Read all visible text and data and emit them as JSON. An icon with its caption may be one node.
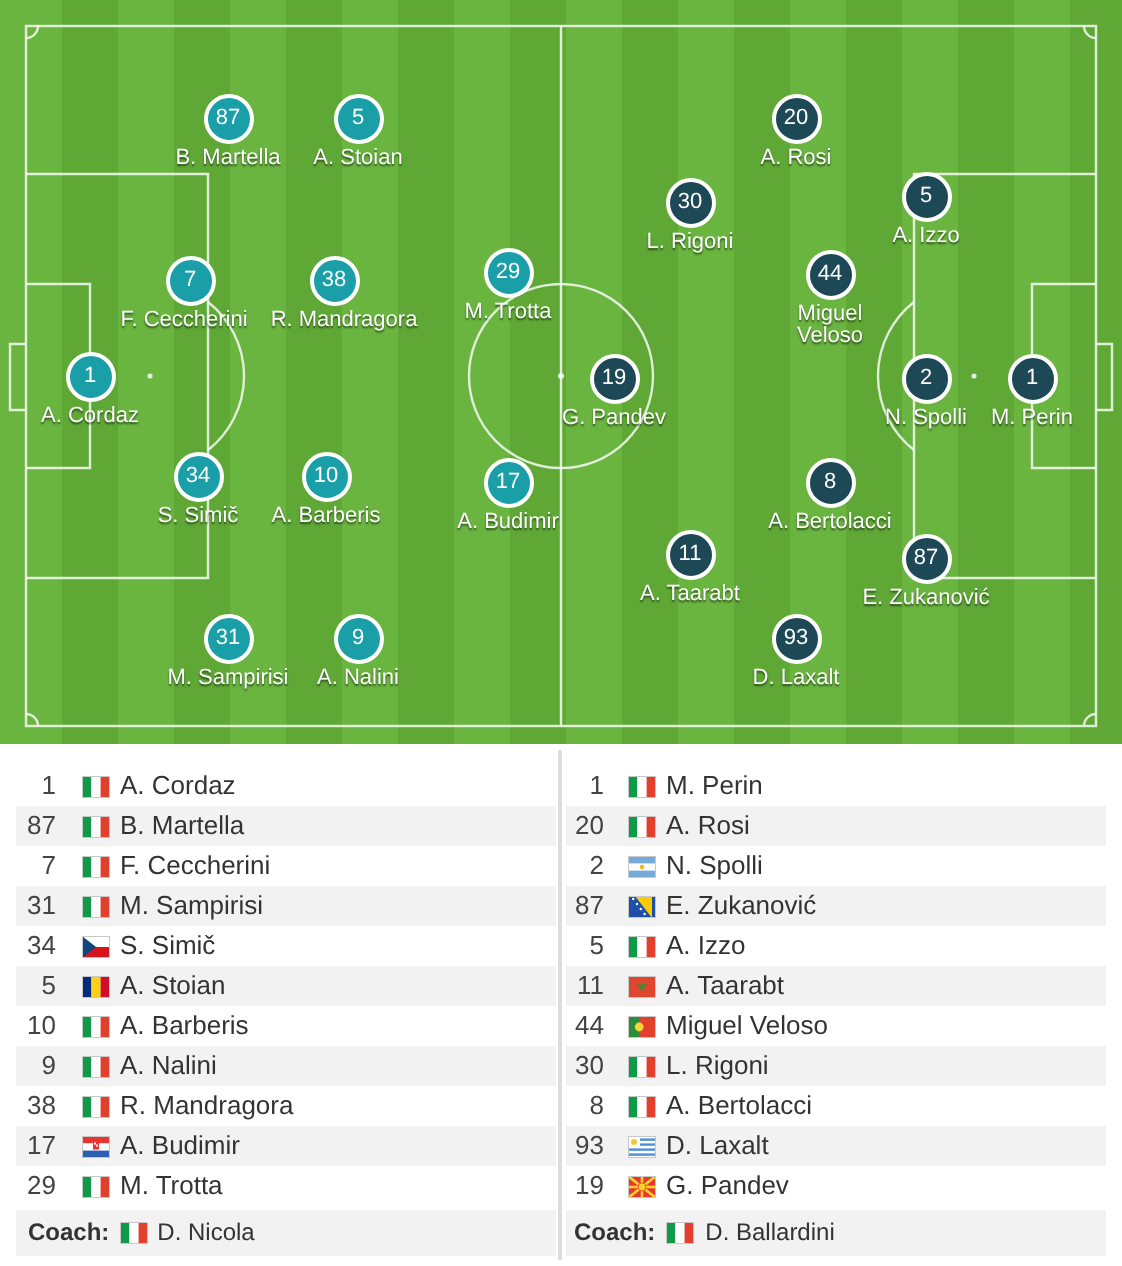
{
  "diagram": {
    "nodes": [
      {
        "text": [
          "1"
        ],
        "beside": [
          "A. Cordaz"
        ]
      },
      {
        "text": [
          "87"
        ],
        "beside": [
          "B. Martella"
        ]
      },
      {
        "text": [
          "7"
        ],
        "beside": [
          "F. Ceccherini"
        ]
      },
      {
        "text": [
          "31"
        ],
        "beside": [
          "M. Sampirisi"
        ]
      },
      {
        "text": [
          "34"
        ],
        "beside": [
          "S. Simič"
        ]
      },
      {
        "text": [
          "5"
        ],
        "beside": [
          "A. Stoian"
        ]
      },
      {
        "text": [
          "10"
        ],
        "beside": [
          "A. Barberis"
        ]
      },
      {
        "text": [
          "9"
        ],
        "beside": [
          "A. Nalini"
        ]
      },
      {
        "text": [
          "38"
        ],
        "beside": [
          "R. Mandragora"
        ]
      },
      {
        "text": [
          "17"
        ],
        "beside": [
          "A. Budimir"
        ]
      },
      {
        "text": [
          "29"
        ],
        "beside": [
          "M. Trotta"
        ]
      },
      {
        "text": [
          "1"
        ],
        "beside": [
          "M. Perin"
        ]
      },
      {
        "text": [
          "20"
        ],
        "beside": [
          "A. Rosi"
        ]
      },
      {
        "text": [
          "2"
        ],
        "beside": [
          "N. Spolli"
        ]
      },
      {
        "text": [
          "87"
        ],
        "beside": [
          "E. Zukanović"
        ]
      },
      {
        "text": [
          "5"
        ],
        "beside": [
          "A. Izzo"
        ]
      },
      {
        "text": [
          "11"
        ],
        "beside": [
          "A. Taarabt"
        ]
      },
      {
        "text": [
          "44"
        ],
        "beside": [
          "Miguel Veloso"
        ]
      },
      {
        "text": [
          "30"
        ],
        "beside": [
          "L. Rigoni"
        ]
      },
      {
        "text": [
          "8"
        ],
        "beside": [
          "A. Bertolacci"
        ]
      },
      {
        "text": [
          "93"
        ],
        "beside": [
          "D. Laxalt"
        ]
      },
      {
        "text": [
          "19"
        ],
        "beside": [
          "G. Pandev"
        ]
      }
    ],
    "labels": [
      "1",
      "A. Cordaz",
      "87",
      "B. Martella",
      "7",
      "F. Ceccherini",
      "31",
      "M. Sampirisi",
      "34",
      "S. Simič",
      "5",
      "A. Stoian",
      "10",
      "A. Barberis",
      "9",
      "A. Nalini",
      "38",
      "R. Mandragora",
      "17",
      "A. Budimir",
      "29",
      "M. Trotta",
      "Coach:",
      "D. Nicola",
      "1",
      "M. Perin",
      "20",
      "A. Rosi",
      "2",
      "N. Spolli",
      "87",
      "E. Zukanović",
      "5",
      "A. Izzo",
      "11",
      "A. Taarabt",
      "44",
      "Miguel Veloso",
      "30",
      "L. Rigoni",
      "8",
      "A. Bertolacci",
      "93",
      "D. Laxalt",
      "19",
      "G. Pandev",
      "Coach:",
      "D. Ballardini"
    ]
  }
}
